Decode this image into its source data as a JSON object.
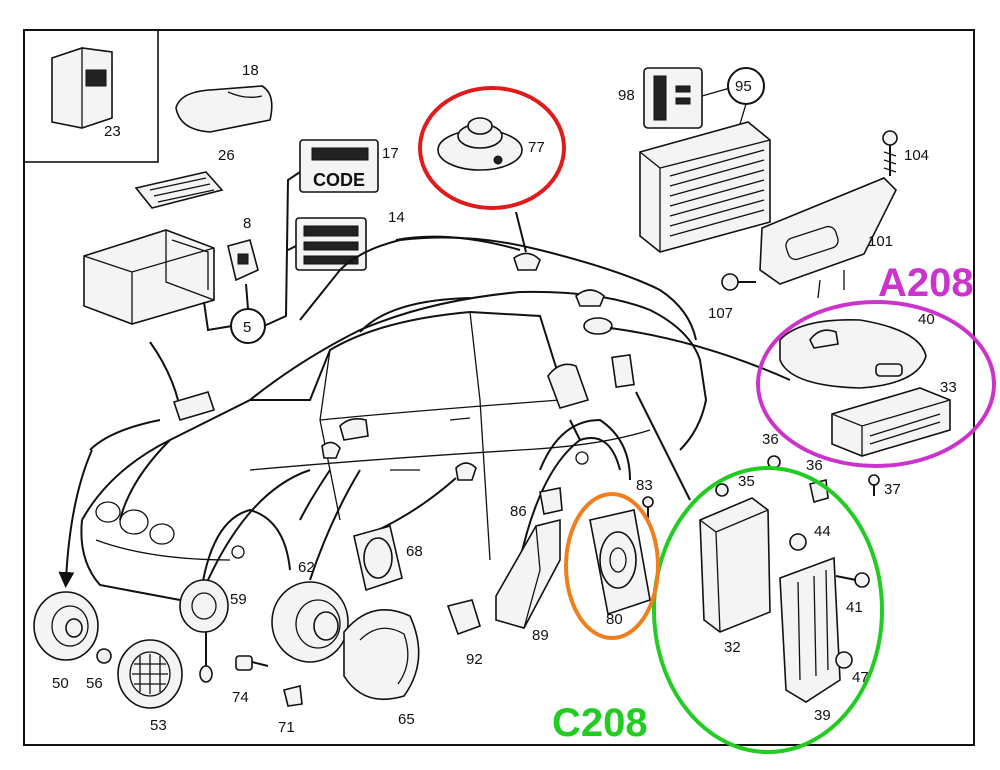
{
  "labels": {
    "p18": "18",
    "p23": "23",
    "p26": "26",
    "p17": "17",
    "p14": "14",
    "p8": "8",
    "p5": "5",
    "p77": "77",
    "p98": "98",
    "p95": "95",
    "p104": "104",
    "p101": "101",
    "p107": "107",
    "p40": "40",
    "p33": "33",
    "p36a": "36",
    "p36b": "36",
    "p35": "35",
    "p37": "37",
    "p83": "83",
    "p86": "86",
    "p44": "44",
    "p41": "41",
    "p32": "32",
    "p47": "47",
    "p39": "39",
    "p80": "80",
    "p89": "89",
    "p92": "92",
    "p68": "68",
    "p62": "62",
    "p59": "59",
    "p50": "50",
    "p56": "56",
    "p53": "53",
    "p74": "74",
    "p71": "71",
    "p65": "65"
  },
  "card_text": {
    "code": "CODE"
  },
  "annotations": {
    "a208": {
      "text": "A208",
      "color": "#cc33cc"
    },
    "c208": {
      "text": "C208",
      "color": "#22cc22"
    },
    "ring77": {
      "color": "#e01b1b"
    },
    "ring80": {
      "color": "#f07e1c"
    }
  }
}
